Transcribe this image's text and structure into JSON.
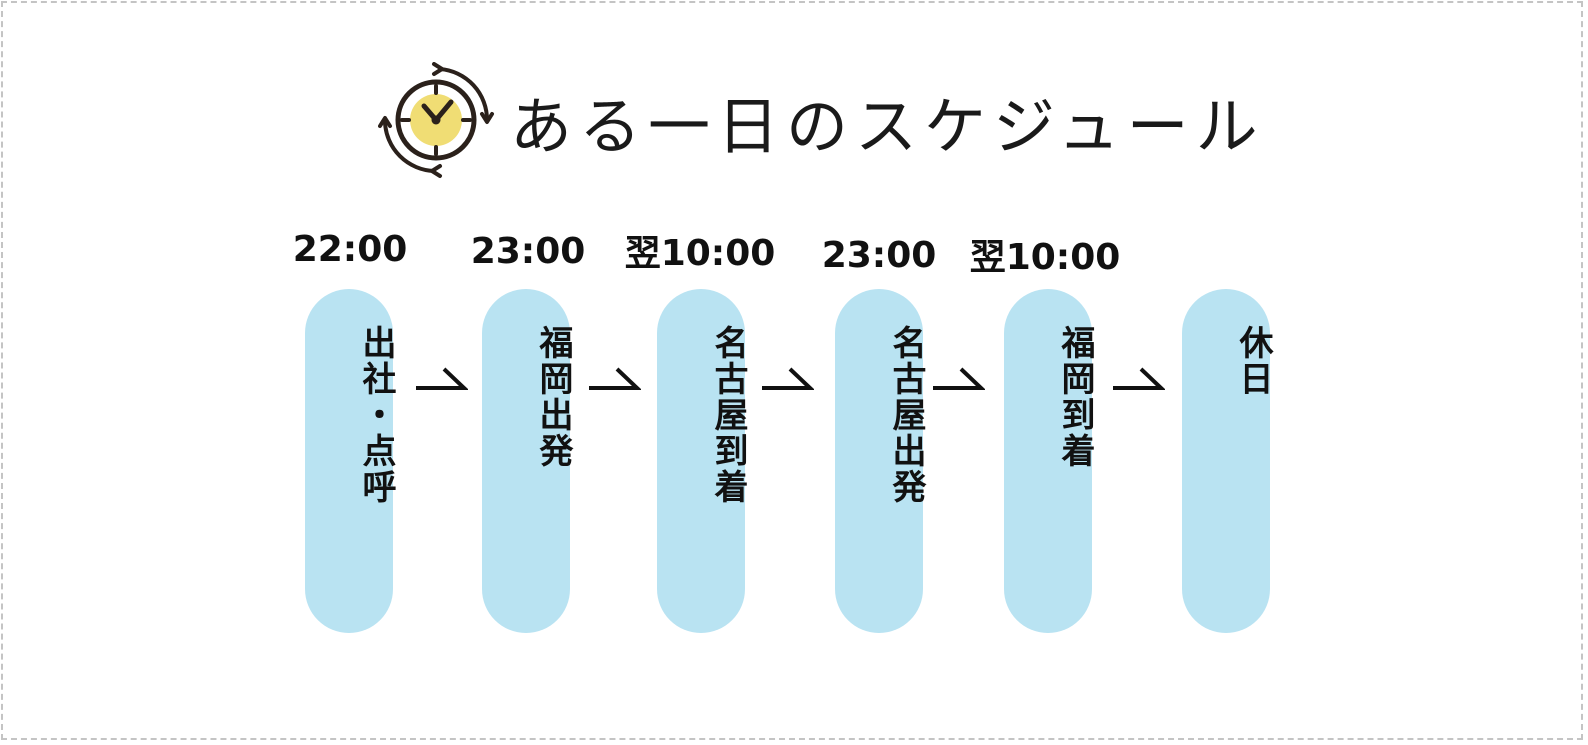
{
  "title": "ある一日のスケジュール",
  "icons": {
    "header": "clock-cycle-icon",
    "step_arrow": "arrow-right-icon"
  },
  "colors": {
    "pill": "#b9e3f2",
    "clock_face": "#f0dd74",
    "icon_stroke": "#2b211b",
    "text": "#111111",
    "frame_border": "#c4c4c4"
  },
  "steps": [
    {
      "time": "22:00",
      "label": "出社・点呼"
    },
    {
      "time": "23:00",
      "label": "福岡出発"
    },
    {
      "time": "翌10:00",
      "label": "名古屋到着"
    },
    {
      "time": "23:00",
      "label": "名古屋出発"
    },
    {
      "time": "翌10:00",
      "label": "福岡到着"
    },
    {
      "time": "",
      "label": "休日"
    }
  ]
}
